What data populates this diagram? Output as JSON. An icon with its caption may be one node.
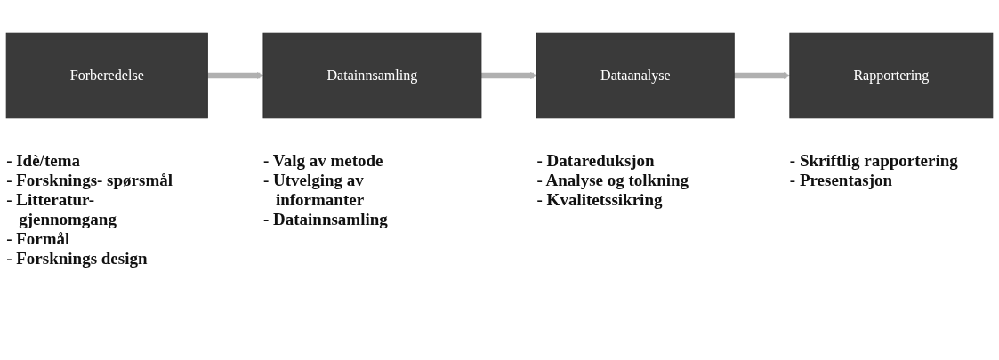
{
  "diagram": {
    "nodes": [
      {
        "text": [
          "Forberedelse"
        ],
        "beside": [
          "- Idè/tema",
          "- Forsknings- spørsmål",
          "- Litteratur- gjennomgang",
          "- Formål",
          "- Forsknings design"
        ]
      },
      {
        "text": [
          "Datainnsamling"
        ],
        "beside": [
          "- Valg av metode",
          "- Utvelging av informanter",
          "- Datainnsamling"
        ]
      },
      {
        "text": [
          "Dataanalyse"
        ],
        "beside": [
          "- Datareduksjon",
          "- Analyse og tolkning",
          "- Kvalitetssikring"
        ]
      },
      {
        "text": [
          "Rapportering"
        ],
        "beside": [
          "- Skriftlig rapportering",
          "- Presentasjon"
        ]
      }
    ],
    "edges": [
      {
        "from": 0,
        "to": 1,
        "arrow": "to"
      },
      {
        "from": 1,
        "to": 2,
        "arrow": "to"
      },
      {
        "from": 2,
        "to": 3,
        "arrow": "to"
      }
    ]
  }
}
